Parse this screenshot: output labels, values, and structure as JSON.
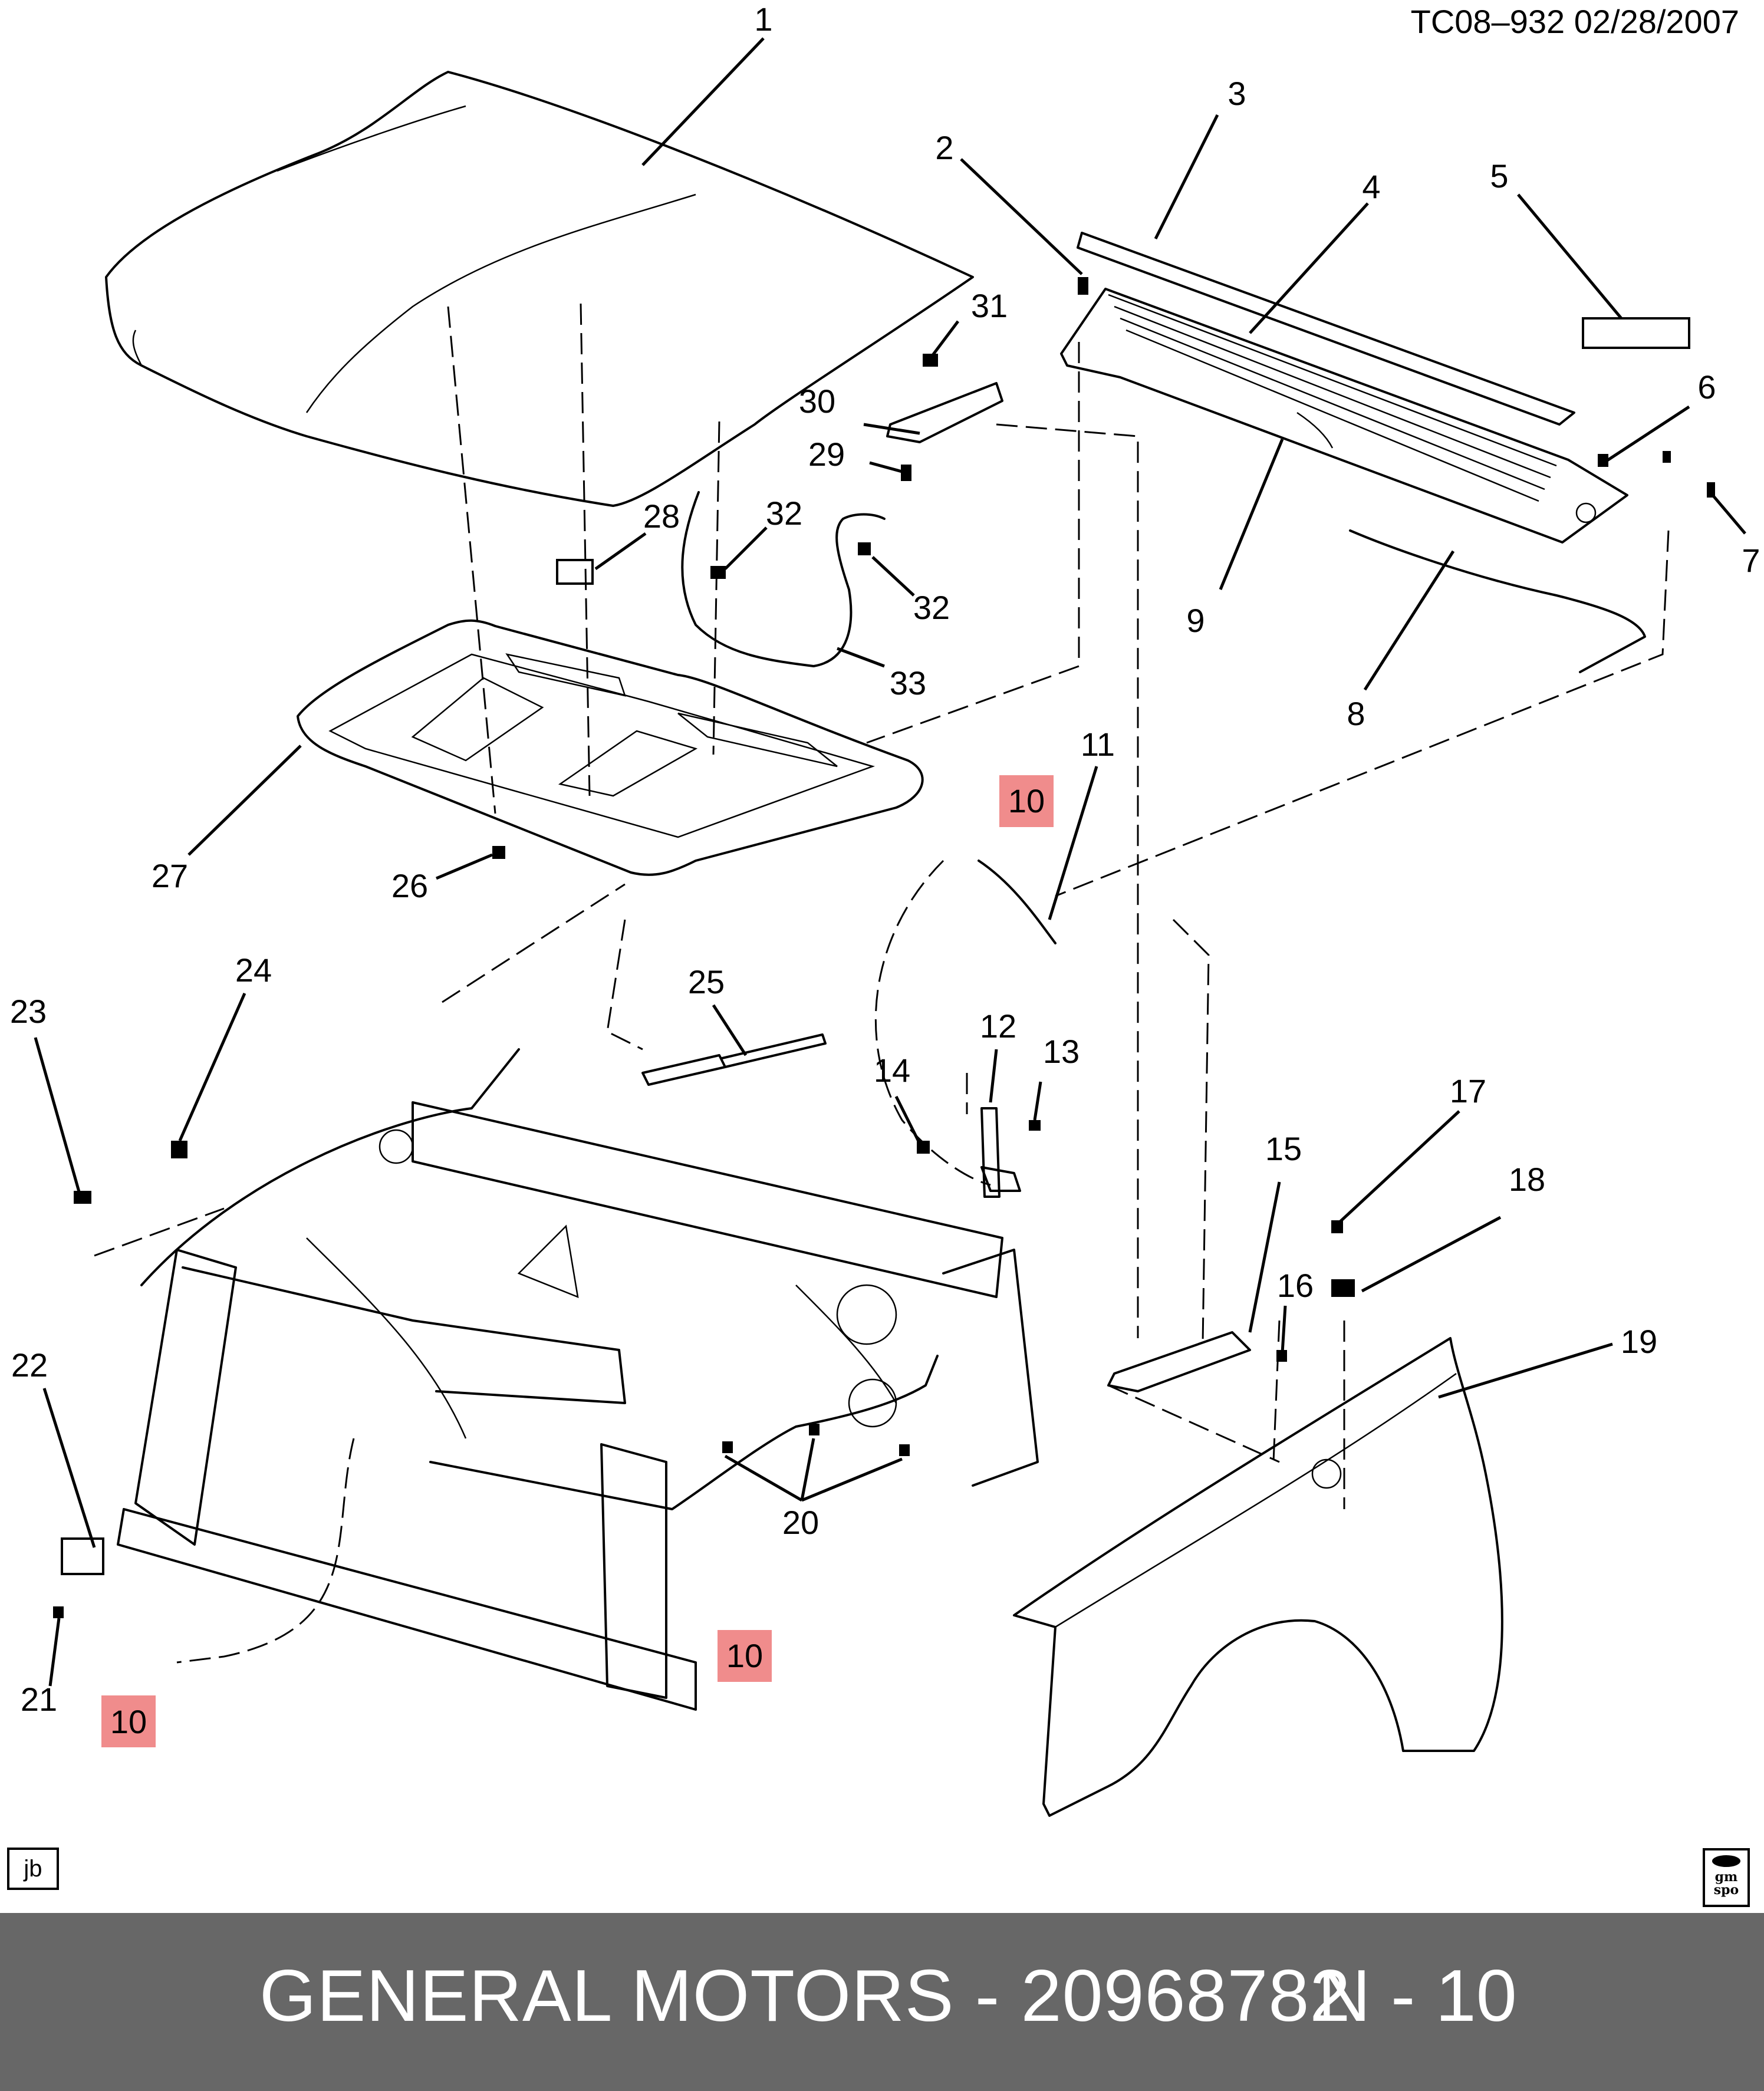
{
  "document": {
    "id": "TC08–932  02/28/2007",
    "corner_label": "jb",
    "logo_text": "gm spo"
  },
  "footer": {
    "brand_part": "GENERAL MOTORS - 20968782",
    "page": "N - 10"
  },
  "callouts": [
    "1",
    "2",
    "3",
    "4",
    "5",
    "6",
    "7",
    "8",
    "9",
    "10",
    "11",
    "12",
    "13",
    "14",
    "15",
    "16",
    "17",
    "18",
    "19",
    "20",
    "21",
    "22",
    "23",
    "24",
    "25",
    "26",
    "27",
    "28",
    "29",
    "30",
    "31",
    "32",
    "33"
  ],
  "highlighted_callout": "10",
  "colors": {
    "highlight": "#f08c8c",
    "footer_bg": "#676767",
    "footer_text": "#ffffff",
    "line": "#000000"
  }
}
